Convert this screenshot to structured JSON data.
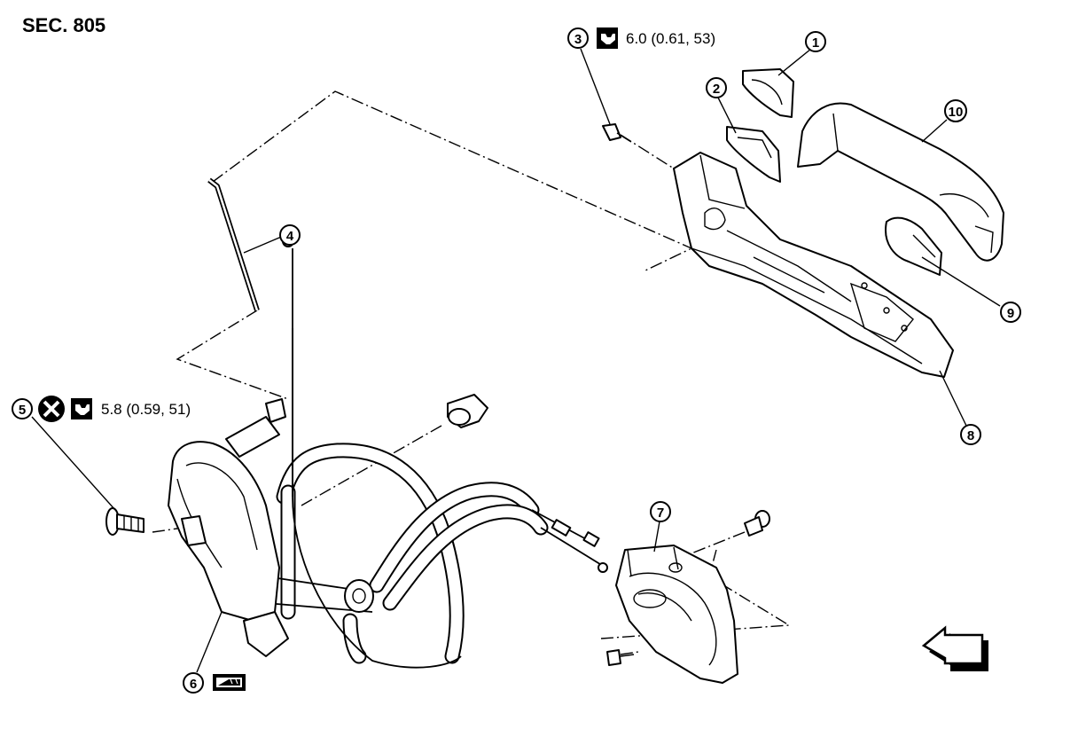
{
  "header": {
    "section_code": "SEC. 805"
  },
  "callouts": {
    "c1": "1",
    "c2": "2",
    "c3": "3",
    "c4": "4",
    "c5": "5",
    "c6": "6",
    "c7": "7",
    "c8": "8",
    "c9": "9",
    "c10": "10"
  },
  "torque": {
    "bolt3": "6.0 (0.61, 53)",
    "bolt5": "5.8 (0.59, 51)"
  },
  "icons": {
    "torque": "torque-wrench-icon",
    "do_not_reuse": "do-not-reuse-icon",
    "lubricate": "grease-apply-icon",
    "front": "front-direction-arrow-icon"
  }
}
